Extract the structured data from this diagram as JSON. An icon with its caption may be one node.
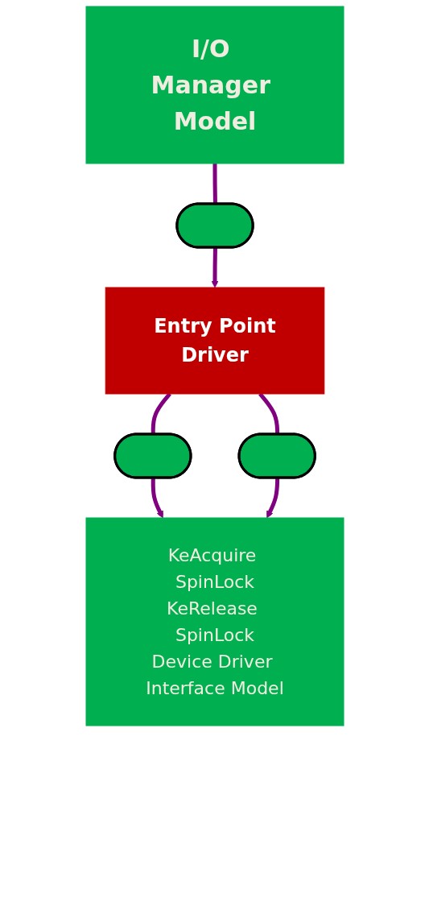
{
  "diagram": {
    "nodes": [
      {
        "text": [
          "I/O Manager Model"
        ]
      },
      {
        "text": [],
        "shape": "ellipse"
      },
      {
        "text": [
          "Entry Point",
          "Driver"
        ]
      },
      {
        "text": [],
        "shape": "ellipse"
      },
      {
        "text": [],
        "shape": "ellipse"
      },
      {
        "text": [
          "KeAcquire SpinLock",
          "KeRelease SpinLock",
          "Device Driver Interface Model"
        ]
      }
    ],
    "edges": [
      {
        "from": 0,
        "to": 1,
        "arrow": "none"
      },
      {
        "from": 1,
        "to": 2,
        "arrow": "to"
      },
      {
        "from": 2,
        "to": 3,
        "arrow": "none"
      },
      {
        "from": 3,
        "to": 5,
        "arrow": "to"
      },
      {
        "from": 2,
        "to": 4,
        "arrow": "none"
      },
      {
        "from": 4,
        "to": 5,
        "arrow": "to"
      }
    ]
  }
}
